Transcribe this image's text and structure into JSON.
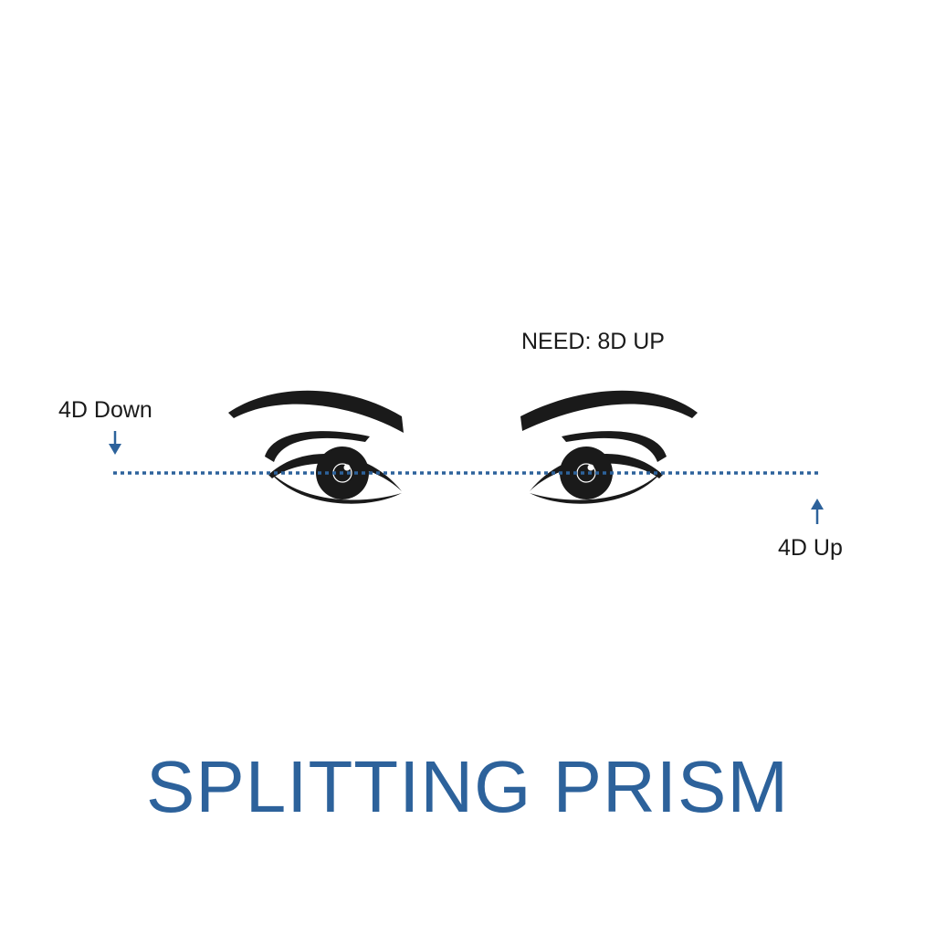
{
  "title": "SPLITTING PRISM",
  "need_label": "NEED: 8D UP",
  "left_label": "4D Down",
  "right_label": "4D Up",
  "colors": {
    "accent": "#2d629b",
    "ink": "#1a1a1a",
    "background": "#ffffff"
  },
  "icons": {
    "left_arrow": "arrow-down-icon",
    "right_arrow": "arrow-up-icon"
  }
}
